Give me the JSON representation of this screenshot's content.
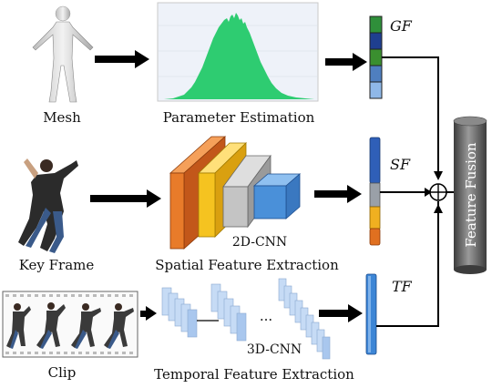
{
  "inputs": {
    "mesh": "Mesh",
    "key_frame": "Key Frame",
    "clip": "Clip"
  },
  "stages": {
    "parameter_estimation": "Parameter Estimation",
    "cnn2d": "2D-CNN",
    "spatial": "Spatial Feature Extraction",
    "cnn3d": "3D-CNN",
    "temporal": "Temporal Feature Extraction",
    "ellipsis": "..."
  },
  "features": {
    "gf": "GF",
    "sf": "SF",
    "tf": "TF"
  },
  "fusion": {
    "label": "Feature Fusion",
    "operator": "⊕"
  },
  "colors": {
    "histogram_fill": "#2ecc71",
    "histogram_bg": "#e9eef7",
    "gf_vector": [
      "#2f8f3a",
      "#1f3f8f",
      "#3a8f2f",
      "#4f7fbf",
      "#8fb8e8"
    ],
    "sf_vector": [
      "#2f5fb8",
      "#9aa0a8",
      "#f0b020",
      "#e07020"
    ],
    "tf_vector": "#3d86d6",
    "cnn2d_blocks": [
      "#e87b2a",
      "#f5c320",
      "#b7b7b7",
      "#4a90d9"
    ],
    "cnn3d_blocks": "#a9c7ee",
    "fusion_cylinder": "#5a5a5a"
  }
}
